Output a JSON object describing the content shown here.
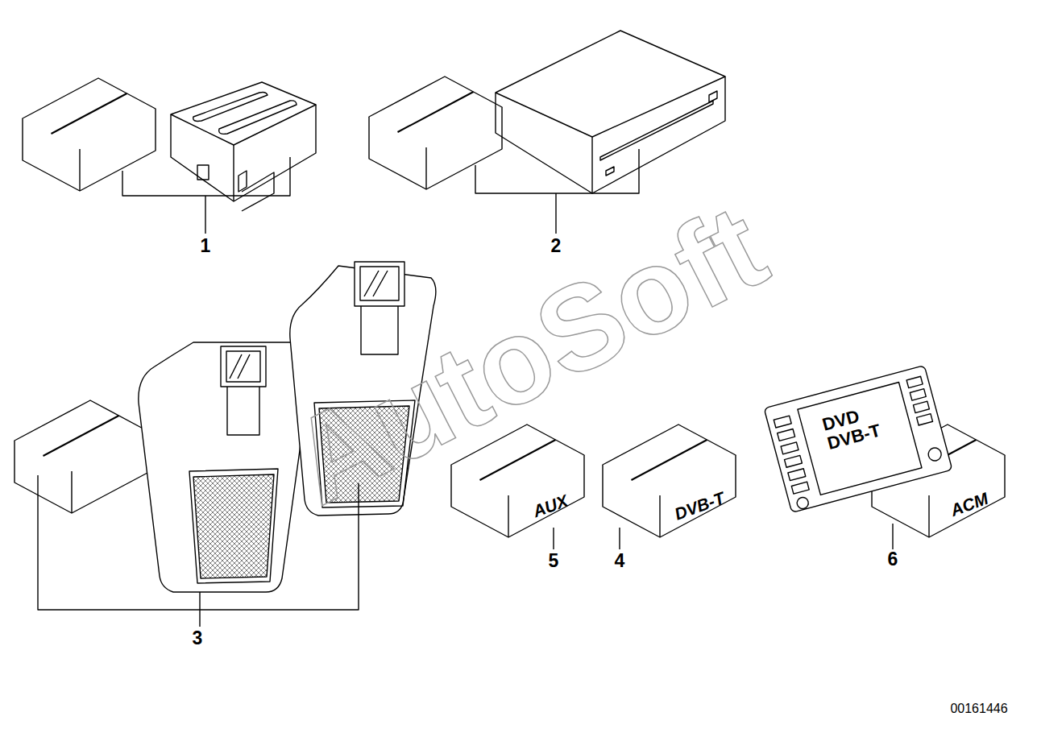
{
  "diagram": {
    "labels": [
      "1",
      "2",
      "3",
      "AUX",
      "DVB-T",
      "DVD DVB-T",
      "ACM",
      "5",
      "4",
      "6",
      "AutoSoft",
      "00161446"
    ]
  }
}
